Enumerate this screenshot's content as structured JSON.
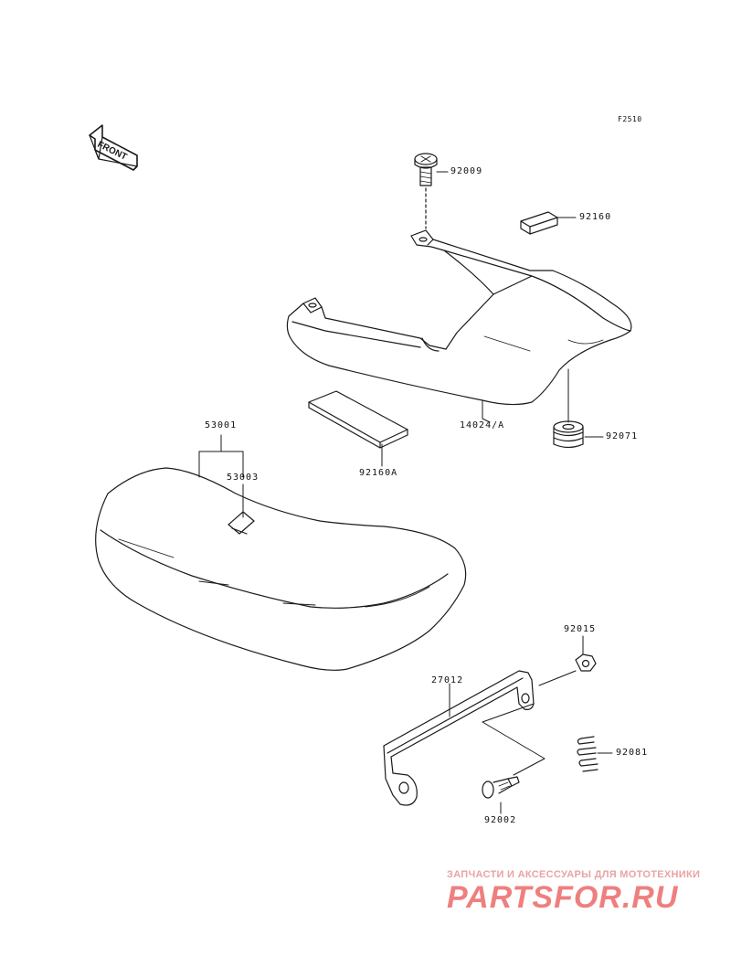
{
  "figure_ref": "F2510",
  "front_indicator": "FRONT",
  "parts": [
    {
      "number": "92009",
      "label_pos": "upper-center"
    },
    {
      "number": "92160",
      "label_pos": "upper-right"
    },
    {
      "number": "14024/A",
      "label_pos": "center-right"
    },
    {
      "number": "92071",
      "label_pos": "right"
    },
    {
      "number": "92160A",
      "label_pos": "center"
    },
    {
      "number": "53001",
      "label_pos": "left"
    },
    {
      "number": "53003",
      "label_pos": "left"
    },
    {
      "number": "92015",
      "label_pos": "lower-right"
    },
    {
      "number": "27012",
      "label_pos": "lower-center"
    },
    {
      "number": "92081",
      "label_pos": "lower-right"
    },
    {
      "number": "92002",
      "label_pos": "bottom"
    }
  ],
  "watermark": {
    "tagline": "ЗАПЧАСТИ И АКСЕССУАРЫ ДЛЯ МОТОТЕХНИКИ",
    "logo": "PARTSFOR.RU"
  },
  "colors": {
    "line": "#1a1a1a",
    "watermark": "#ef7f7f"
  }
}
